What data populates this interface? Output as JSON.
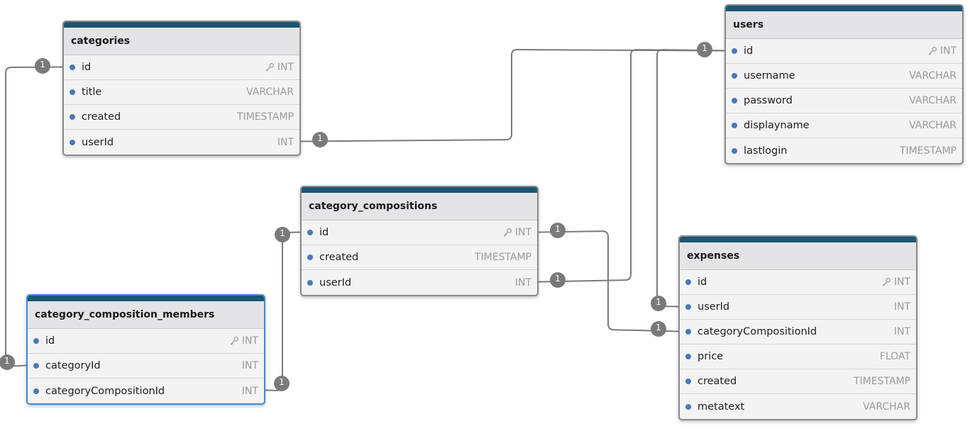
{
  "colors": {
    "header_accent": "#1b5773",
    "header_bg": "#e4e4e7",
    "table_bg": "#f3f3f3",
    "border": "#8a8a8a",
    "selected_border": "#3f88e0",
    "field_dot": "#4a78b8",
    "type_text": "#9a9a9a",
    "connector": "#7a7a7a",
    "badge": "#7a7a7a"
  },
  "icons": {
    "primary_key": "key-icon",
    "field_marker": "dot-icon",
    "cardinality": "circle-badge"
  },
  "tables": [
    {
      "id": "categories",
      "name": "categories",
      "selected": false,
      "fields": [
        {
          "name": "id",
          "type": "INT",
          "pk": true
        },
        {
          "name": "title",
          "type": "VARCHAR",
          "pk": false
        },
        {
          "name": "created",
          "type": "TIMESTAMP",
          "pk": false
        },
        {
          "name": "userId",
          "type": "INT",
          "pk": false
        }
      ]
    },
    {
      "id": "users",
      "name": "users",
      "selected": false,
      "fields": [
        {
          "name": "id",
          "type": "INT",
          "pk": true
        },
        {
          "name": "username",
          "type": "VARCHAR",
          "pk": false
        },
        {
          "name": "password",
          "type": "VARCHAR",
          "pk": false
        },
        {
          "name": "displayname",
          "type": "VARCHAR",
          "pk": false
        },
        {
          "name": "lastlogin",
          "type": "TIMESTAMP",
          "pk": false
        }
      ]
    },
    {
      "id": "category_compositions",
      "name": "category_compositions",
      "selected": false,
      "fields": [
        {
          "name": "id",
          "type": "INT",
          "pk": true
        },
        {
          "name": "created",
          "type": "TIMESTAMP",
          "pk": false
        },
        {
          "name": "userId",
          "type": "INT",
          "pk": false
        }
      ]
    },
    {
      "id": "expenses",
      "name": "expenses",
      "selected": false,
      "fields": [
        {
          "name": "id",
          "type": "INT",
          "pk": true
        },
        {
          "name": "userId",
          "type": "INT",
          "pk": false
        },
        {
          "name": "categoryCompositionId",
          "type": "INT",
          "pk": false
        },
        {
          "name": "price",
          "type": "FLOAT",
          "pk": false
        },
        {
          "name": "created",
          "type": "TIMESTAMP",
          "pk": false
        },
        {
          "name": "metatext",
          "type": "VARCHAR",
          "pk": false
        }
      ]
    },
    {
      "id": "category_composition_members",
      "name": "category_composition_members",
      "selected": true,
      "fields": [
        {
          "name": "id",
          "type": "INT",
          "pk": true
        },
        {
          "name": "categoryId",
          "type": "INT",
          "pk": false
        },
        {
          "name": "categoryCompositionId",
          "type": "INT",
          "pk": false
        }
      ]
    }
  ],
  "relationships": [
    {
      "from": "categories.userId",
      "to": "users.id",
      "from_card": "1",
      "to_card": "1"
    },
    {
      "from": "category_compositions.userId",
      "to": "users.id",
      "from_card": "1",
      "to_card": "1"
    },
    {
      "from": "expenses.userId",
      "to": "users.id",
      "from_card": "1",
      "to_card": "1"
    },
    {
      "from": "category_composition_members.categoryId",
      "to": "categories.id",
      "from_card": "1",
      "to_card": "1"
    },
    {
      "from": "category_composition_members.categoryCompositionId",
      "to": "category_compositions.id",
      "from_card": "1",
      "to_card": "1"
    },
    {
      "from": "expenses.categoryCompositionId",
      "to": "category_compositions.id",
      "from_card": "1",
      "to_card": "1"
    }
  ]
}
